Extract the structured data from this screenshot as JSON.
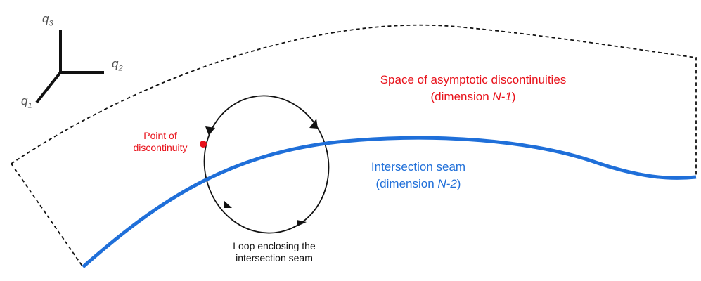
{
  "axes": {
    "q1": {
      "base": "q",
      "sub": "1"
    },
    "q2": {
      "base": "q",
      "sub": "2"
    },
    "q3": {
      "base": "q",
      "sub": "3"
    }
  },
  "labels": {
    "space_line1": "Space of asymptotic discontinuities",
    "space_line2_prefix": "(dimension ",
    "space_line2_var": "N-1",
    "space_line2_suffix": ")",
    "seam_line1": "Intersection seam",
    "seam_line2_prefix": "(dimension ",
    "seam_line2_var": "N-2",
    "seam_line2_suffix": ")",
    "point_line1": "Point of",
    "point_line2": "discontinuity",
    "loop_line1": "Loop enclosing the",
    "loop_line2": "intersection seam"
  },
  "colors": {
    "seam": "#1f6fd9",
    "space_label": "#e8121b",
    "point": "#e8121b",
    "outline": "#111111"
  }
}
